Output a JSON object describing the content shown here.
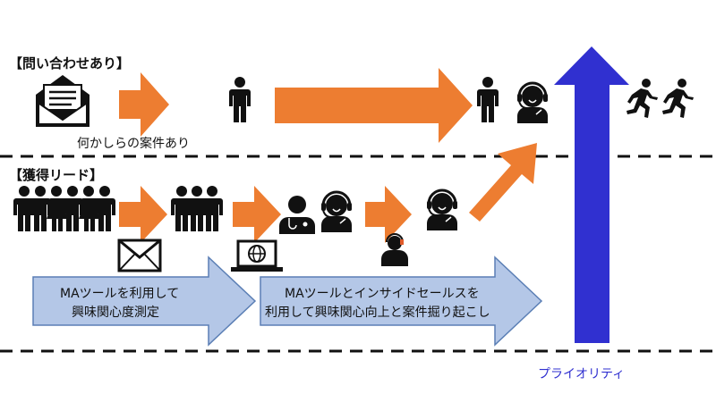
{
  "sections": {
    "inquiry_title": "【問い合わせあり】",
    "inquiry_caption": "何かしらの案件あり",
    "leads_title": "【獲得リード】"
  },
  "banners": {
    "ma_left_line1": "MAツールを利用して",
    "ma_left_line2": "興味関心度測定",
    "ma_right_line1": "MAツールとインサイドセールスを",
    "ma_right_line2": "利用して興味関心向上と案件掘り起こし"
  },
  "priority_label": "プライオリティ",
  "colors": {
    "orange_arrow": "#ED7D31",
    "blue_arrow": "#3030D0",
    "banner_fill": "#B4C7E7",
    "banner_stroke": "#5B7FB5",
    "dash_line": "#111111"
  },
  "icons": {
    "envelope": "open-envelope-icon",
    "mail": "mail-icon",
    "laptop": "laptop-globe-icon",
    "person": "person-icon",
    "group": "group-of-people-icon",
    "support": "headset-operator-icon",
    "doctor": "doctor-icon",
    "runner": "running-person-icon"
  }
}
